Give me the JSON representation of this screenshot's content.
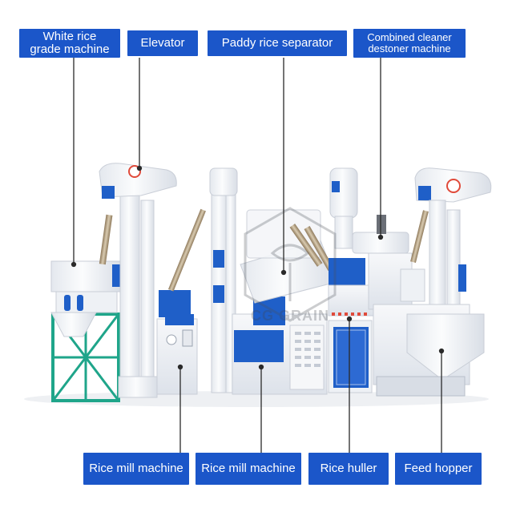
{
  "top_labels": [
    "White rice\ngrade machine",
    "Elevator",
    "Paddy rice separator",
    "Combined cleaner\ndestoner machine"
  ],
  "bottom_labels": [
    "Rice mill machine",
    "Rice mill machine",
    "Rice huller",
    "Feed hopper"
  ],
  "watermark": "CG GRAIN",
  "colors": {
    "label_bg": "#1b56c9",
    "label_text": "#ffffff",
    "machine_white": "#f1f3f6",
    "machine_shadow": "#d5dae2",
    "accent_blue": "#1f5fc8",
    "frame_green": "#1fa58a",
    "leader_line": "#2a2a2a"
  }
}
